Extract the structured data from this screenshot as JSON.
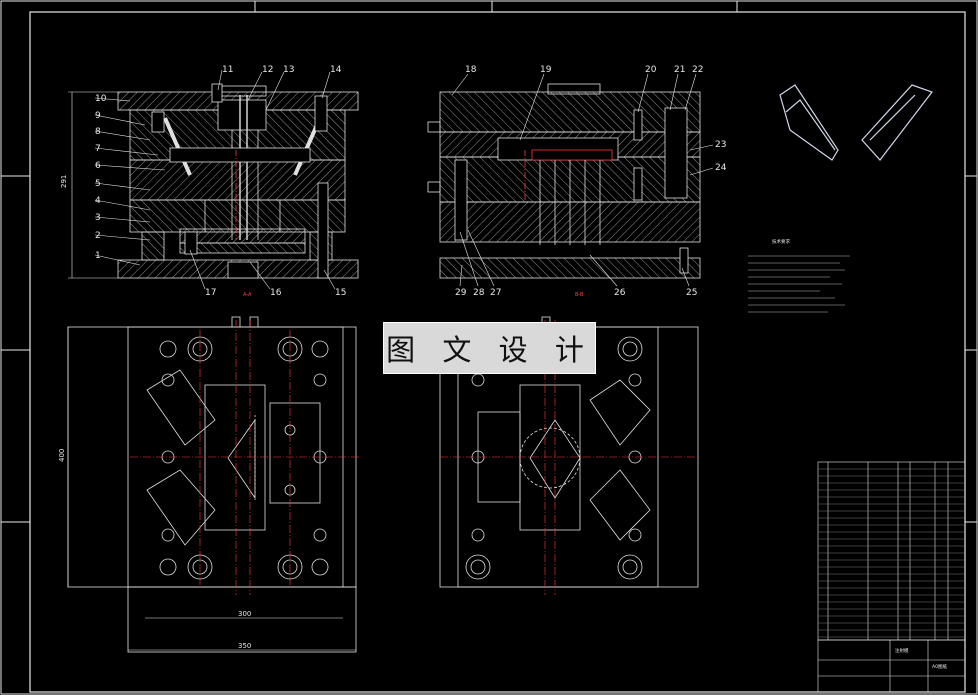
{
  "watermark": "图 文 设 计",
  "callouts_top_left": [
    "11",
    "12",
    "13",
    "14",
    "10",
    "9",
    "8",
    "7",
    "6",
    "5",
    "4",
    "3",
    "2",
    "1",
    "17",
    "16",
    "15"
  ],
  "callouts_top_right": [
    "18",
    "19",
    "20",
    "21",
    "22",
    "23",
    "24",
    "29",
    "28",
    "27",
    "26",
    "25"
  ],
  "section_labels": {
    "left": "A-A",
    "right": "B-B"
  },
  "dimensions": {
    "height_side": "291",
    "bottom_height": "400",
    "bottom_width_inner": "300",
    "bottom_width_outer": "350"
  },
  "tech_notes_title": "技术要求",
  "title_block_text": {
    "part_name": "注射模",
    "drawing_no": "A0图纸"
  }
}
